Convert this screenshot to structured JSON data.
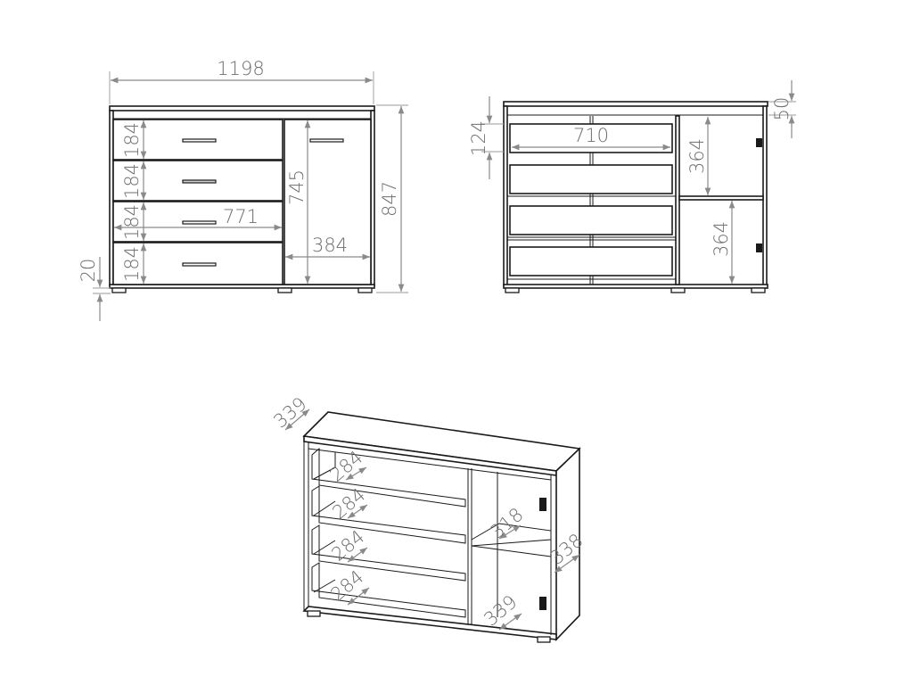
{
  "drawing": {
    "title": "Sideboard dimension drawing",
    "units": "mm",
    "views": {
      "front": {
        "dimensions": {
          "overall_width": "1198",
          "overall_height": "847",
          "drawer_fronts": [
            "184",
            "184",
            "184",
            "184"
          ],
          "drawer_section_width": "771",
          "door_height": "745",
          "door_width": "384",
          "foot_height": "20"
        }
      },
      "interior": {
        "dimensions": {
          "drawer_inner_height": "124",
          "drawer_inner_width": "710",
          "top_rail": "50",
          "shelf_compartment_upper": "364",
          "shelf_compartment_lower": "364"
        }
      },
      "isometric": {
        "dimensions": {
          "overall_depth": "339",
          "drawer_depths": [
            "284",
            "284",
            "284",
            "284"
          ],
          "shelf_depth": "318",
          "door_side_depth": "338",
          "bottom_depth": "339"
        }
      }
    },
    "colors": {
      "line": "#1a1a1a",
      "dimension": "#6e6e6e",
      "background": "#ffffff"
    }
  }
}
